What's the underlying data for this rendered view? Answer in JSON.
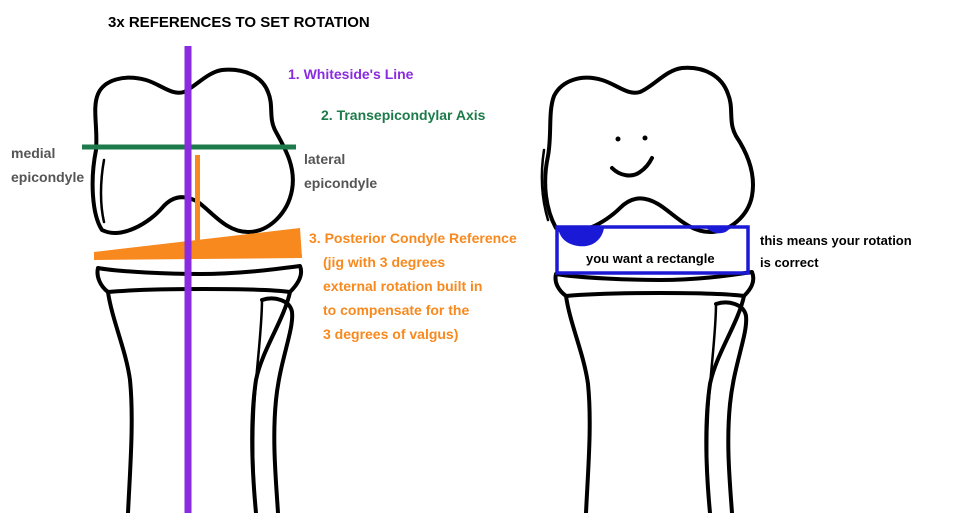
{
  "title": "3x REFERENCES TO SET ROTATION",
  "references": {
    "whiteside": "1. Whiteside's Line",
    "transepicondylar": "2. Transepicondylar Axis",
    "posterior_condyle": [
      "3. Posterior Condyle Reference",
      "(jig with 3 degrees",
      "external rotation built in",
      "to compensate for the",
      "3 degrees of valgus)"
    ]
  },
  "landmarks": {
    "medial": [
      "medial",
      "epicondyle"
    ],
    "lateral": [
      "lateral",
      "epicondyle"
    ]
  },
  "right_panel": {
    "rectangle_label": "you want a rectangle",
    "result": [
      "this means your rotation",
      "is correct"
    ]
  },
  "colors": {
    "whiteside": "#8b2bdf",
    "transepicondylar": "#1d7a4a",
    "posterior_condyle": "#f7891e",
    "rectangle": "#1a1ad6",
    "bone_outline": "#000000"
  }
}
